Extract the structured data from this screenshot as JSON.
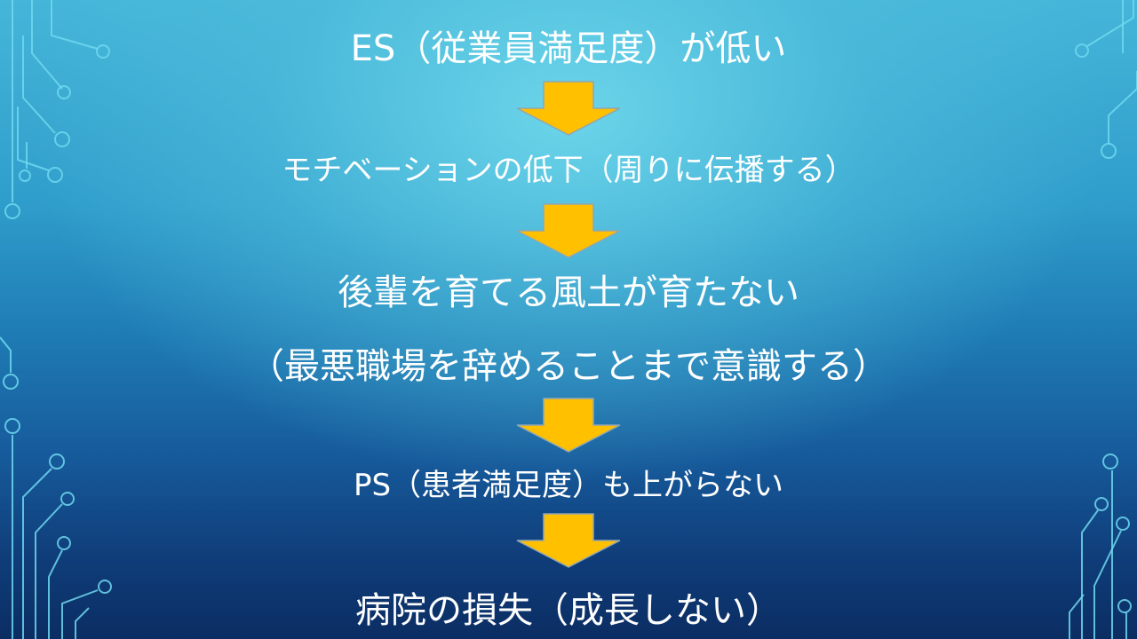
{
  "slide": {
    "lines": [
      "ES（従業員満足度）が低い",
      "モチベーションの低下（周りに伝播する）",
      "後輩を育てる風土が育たない",
      "（最悪職場を辞めることまで意識する）",
      "PS（患者満足度）も上がらない",
      "病院の損失（成長しない）"
    ]
  },
  "colors": {
    "text": "#ffffff",
    "arrow_fill": "#ffc000",
    "background_top": "#45b6d9",
    "background_bottom": "#0b2d63",
    "circuit": "#6fd8ee"
  },
  "icons": {
    "arrow": "down-arrow-icon",
    "decoration": "circuit-decoration"
  }
}
